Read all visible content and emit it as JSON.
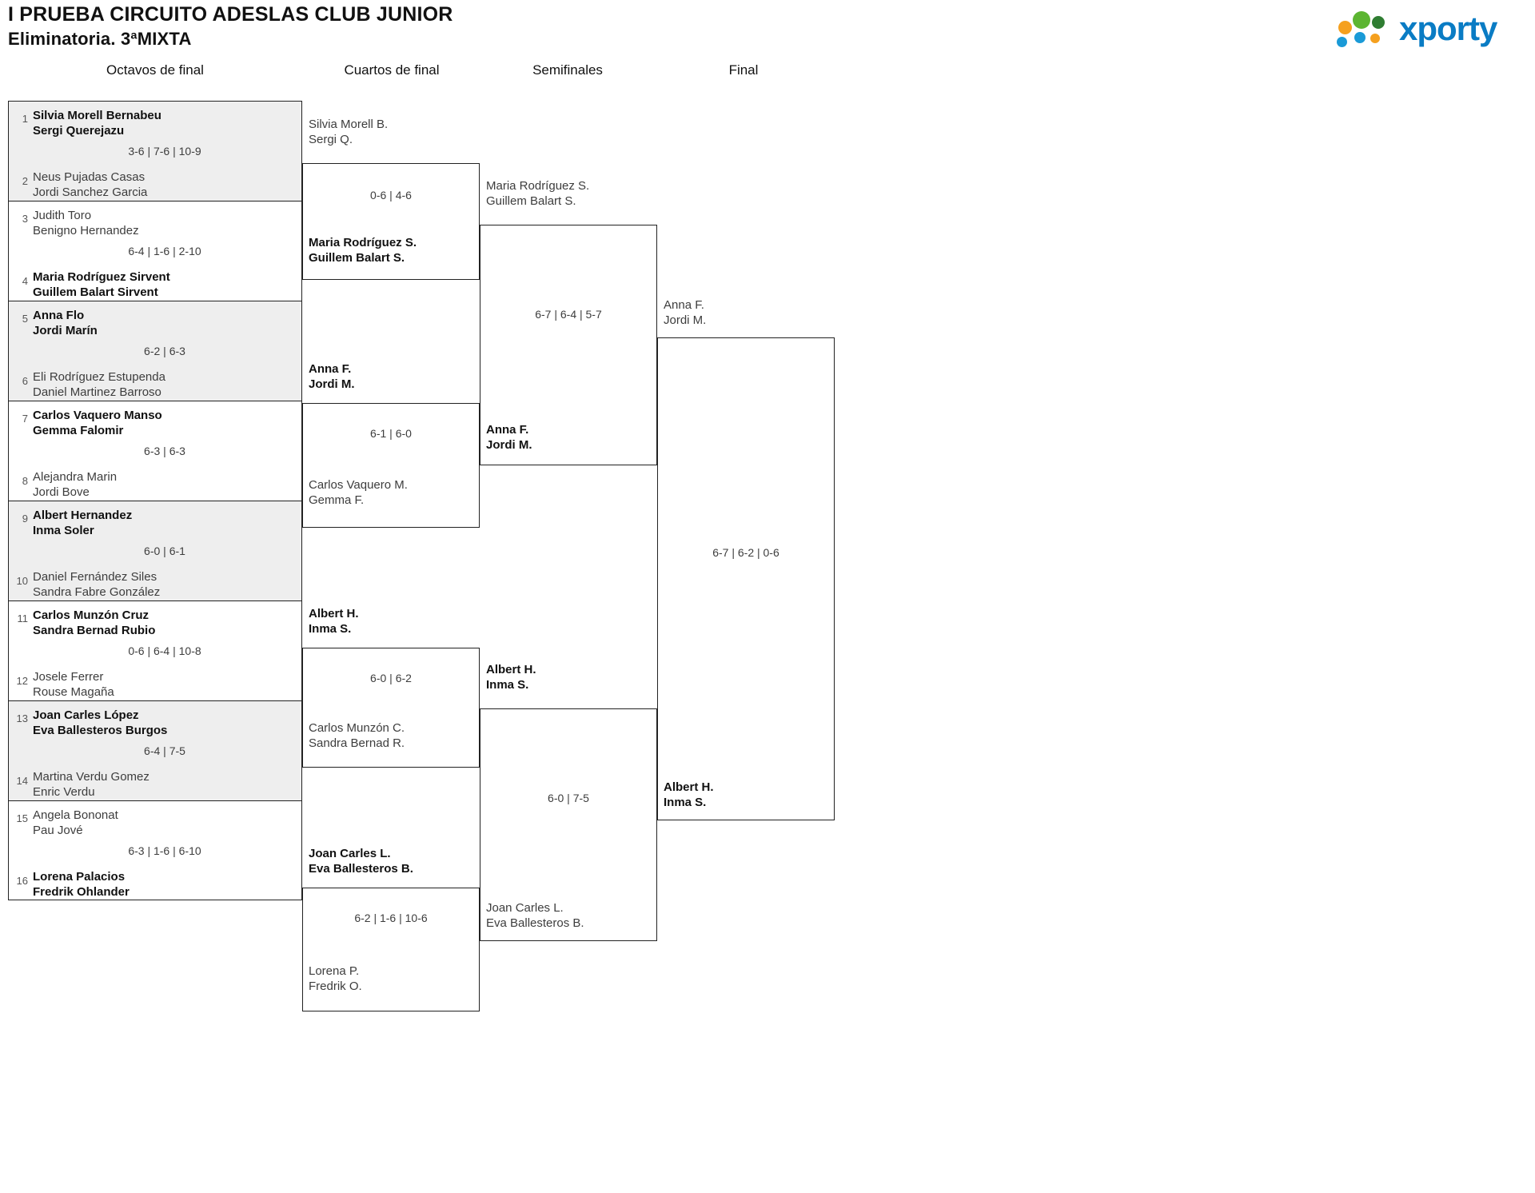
{
  "header": {
    "title_line1": "I PRUEBA CIRCUITO ADESLAS CLUB JUNIOR",
    "title_line2": "Eliminatoria. 3ªMIXTA",
    "logo_text": "xporty",
    "logo_colors": {
      "blue": "#1a9ad7",
      "green": "#5cb531",
      "orange": "#f5a01e",
      "dark_green": "#2f7d32",
      "word": "#0a7cc4"
    }
  },
  "rounds": [
    {
      "label": "Octavos de final"
    },
    {
      "label": "Cuartos de final"
    },
    {
      "label": "Semifinales"
    },
    {
      "label": "Final"
    }
  ],
  "r1": [
    {
      "seed_a": "1",
      "a1": "Silvia Morell Bernabeu",
      "a2": "Sergi Querejazu",
      "a_win": true,
      "seed_b": "2",
      "b1": "Neus Pujadas Casas",
      "b2": "Jordi Sanchez Garcia",
      "b_win": false,
      "score": "3-6 | 7-6 | 10-9"
    },
    {
      "seed_a": "3",
      "a1": "Judith Toro",
      "a2": "Benigno Hernandez",
      "a_win": false,
      "seed_b": "4",
      "b1": "Maria Rodríguez Sirvent",
      "b2": "Guillem Balart Sirvent",
      "b_win": true,
      "score": "6-4 | 1-6 | 2-10"
    },
    {
      "seed_a": "5",
      "a1": "Anna Flo",
      "a2": "Jordi Marín",
      "a_win": true,
      "seed_b": "6",
      "b1": "Eli Rodríguez Estupenda",
      "b2": "Daniel Martinez Barroso",
      "b_win": false,
      "score": "6-2 | 6-3"
    },
    {
      "seed_a": "7",
      "a1": "Carlos Vaquero Manso",
      "a2": "Gemma Falomir",
      "a_win": true,
      "seed_b": "8",
      "b1": "Alejandra Marin",
      "b2": "Jordi Bove",
      "b_win": false,
      "score": "6-3 | 6-3"
    },
    {
      "seed_a": "9",
      "a1": "Albert Hernandez",
      "a2": "Inma Soler",
      "a_win": true,
      "seed_b": "10",
      "b1": "Daniel Fernández Siles",
      "b2": "Sandra Fabre González",
      "b_win": false,
      "score": "6-0 | 6-1"
    },
    {
      "seed_a": "11",
      "a1": "Carlos Munzón Cruz",
      "a2": "Sandra Bernad Rubio",
      "a_win": true,
      "seed_b": "12",
      "b1": "Josele Ferrer",
      "b2": "Rouse Magaña",
      "b_win": false,
      "score": "0-6 | 6-4 | 10-8"
    },
    {
      "seed_a": "13",
      "a1": "Joan Carles López",
      "a2": "Eva Ballesteros Burgos",
      "a_win": true,
      "seed_b": "14",
      "b1": "Martina Verdu Gomez",
      "b2": "Enric Verdu",
      "b_win": false,
      "score": "6-4 | 7-5"
    },
    {
      "seed_a": "15",
      "a1": "Angela Bononat",
      "a2": "Pau Jové",
      "a_win": false,
      "seed_b": "16",
      "b1": "Lorena Palacios",
      "b2": "Fredrik Ohlander",
      "b_win": true,
      "score": "6-3 | 1-6 | 6-10"
    }
  ],
  "r2": [
    {
      "a1": "Silvia Morell B.",
      "a2": "Sergi Q.",
      "a_win": false,
      "b1": "Maria Rodríguez S.",
      "b2": "Guillem Balart S.",
      "b_win": true,
      "score": "0-6 | 4-6"
    },
    {
      "a1": "Anna F.",
      "a2": "Jordi M.",
      "a_win": true,
      "b1": "Carlos Vaquero M.",
      "b2": "Gemma F.",
      "b_win": false,
      "score": "6-1 | 6-0"
    },
    {
      "a1": "Albert H.",
      "a2": "Inma S.",
      "a_win": true,
      "b1": "Carlos Munzón C.",
      "b2": "Sandra Bernad R.",
      "b_win": false,
      "score": "6-0 | 6-2"
    },
    {
      "a1": "Joan Carles L.",
      "a2": "Eva Ballesteros B.",
      "a_win": true,
      "b1": "Lorena P.",
      "b2": "Fredrik O.",
      "b_win": false,
      "score": "6-2 | 1-6 | 10-6"
    }
  ],
  "r3": [
    {
      "a1": "Maria Rodríguez S.",
      "a2": "Guillem Balart S.",
      "a_win": false,
      "b1": "Anna F.",
      "b2": "Jordi M.",
      "b_win": true,
      "score": "6-7 | 6-4 | 5-7"
    },
    {
      "a1": "Albert H.",
      "a2": "Inma S.",
      "a_win": true,
      "b1": "Joan Carles L.",
      "b2": "Eva Ballesteros B.",
      "b_win": false,
      "score": "6-0 | 7-5"
    }
  ],
  "r4": [
    {
      "a1": "Anna F.",
      "a2": "Jordi M.",
      "a_win": false,
      "b1": "Albert H.",
      "b2": "Inma S.",
      "b_win": true,
      "score": "6-7 | 6-2 | 0-6"
    }
  ]
}
